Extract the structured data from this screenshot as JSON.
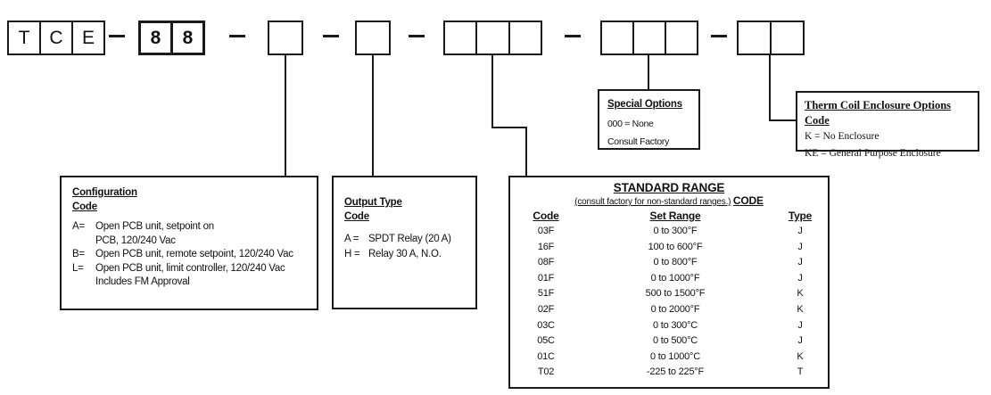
{
  "part_number": {
    "separator": "-",
    "groups": [
      {
        "name": "model-prefix",
        "cells": [
          "T",
          "C",
          "E"
        ],
        "bold": false
      },
      {
        "name": "series",
        "cells": [
          "8",
          "8"
        ],
        "bold": true
      },
      {
        "name": "configuration-code",
        "cells": [
          ""
        ],
        "bold": false
      },
      {
        "name": "output-type-code",
        "cells": [
          ""
        ],
        "bold": false
      },
      {
        "name": "standard-range-code",
        "cells": [
          "",
          "",
          ""
        ],
        "bold": false
      },
      {
        "name": "special-options-code",
        "cells": [
          "",
          "",
          ""
        ],
        "bold": false
      },
      {
        "name": "enclosure-code",
        "cells": [
          "",
          ""
        ],
        "bold": false
      }
    ]
  },
  "configuration": {
    "title_line1": "Configuration",
    "title_line2": "Code",
    "items": [
      {
        "code": "A=",
        "lines": [
          "Open PCB unit, setpoint on",
          "PCB, 120/240 Vac"
        ]
      },
      {
        "code": "B=",
        "lines": [
          "Open PCB unit, remote setpoint, 120/240 Vac"
        ]
      },
      {
        "code": "L=",
        "lines": [
          "Open PCB unit, limit controller, 120/240 Vac",
          "Includes FM Approval"
        ]
      }
    ]
  },
  "output_type": {
    "title_line1": "Output Type",
    "title_line2": "Code",
    "items": [
      {
        "code": "A =",
        "desc": "SPDT Relay (20 A)"
      },
      {
        "code": "H =",
        "desc": "Relay 30 A, N.O."
      }
    ]
  },
  "standard_range": {
    "title": "STANDARD RANGE",
    "subtitle": "(consult factory for non-standard ranges.)",
    "subtitle_suffix": "CODE",
    "headers": [
      "Code",
      "Set Range",
      "Type"
    ],
    "rows": [
      [
        "03F",
        "0 to 300°F",
        "J"
      ],
      [
        "16F",
        "100 to 600°F",
        "J"
      ],
      [
        "08F",
        "0 to 800°F",
        "J"
      ],
      [
        "01F",
        "0 to 1000°F",
        "J"
      ],
      [
        "51F",
        "500 to 1500°F",
        "K"
      ],
      [
        "02F",
        "0 to 2000°F",
        "K"
      ],
      [
        "03C",
        "0 to 300°C",
        "J"
      ],
      [
        "05C",
        "0 to 500°C",
        "J"
      ],
      [
        "01C",
        "0 to 1000°C",
        "K"
      ],
      [
        "T02",
        "-225 to 225°F",
        "T"
      ]
    ]
  },
  "special_options": {
    "title": "Special Options",
    "lines": [
      "000 = None",
      "Consult Factory"
    ]
  },
  "enclosure": {
    "title": "Therm Coil Enclosure Options Code",
    "lines": [
      "K = No Enclosure",
      "KE = General Purpose Enclosure"
    ]
  },
  "colors": {
    "line": "#1a1a1a",
    "background": "#ffffff"
  }
}
